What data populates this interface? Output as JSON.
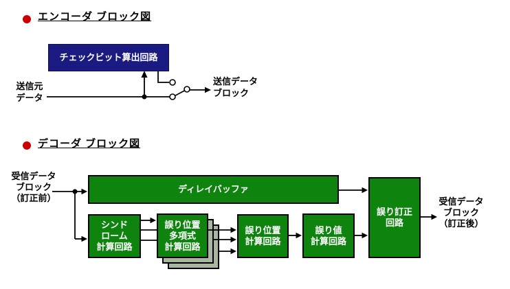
{
  "encoder": {
    "title": "エンコーダ ブロック図",
    "check_bit_box": "チェックビット算出回路",
    "source_label": "送信元\nデータ",
    "output_label": "送信データ\nブロック"
  },
  "decoder": {
    "title": "デコーダ ブロック図",
    "input_label": "受信データ\nブロック\n（訂正前）",
    "delay_buffer_box": "ディレイバッファ",
    "syndrome_box": "シンド\nローム\n計算回路",
    "error_locator_polynomial_box": "誤り位置\n多項式\n計算回路",
    "error_position_box": "誤り位置\n計算回路",
    "error_value_box": "誤り値\n計算回路",
    "error_correction_box": "誤り訂正\n回路",
    "output_label": "受信データ\nブロック\n（訂正後）"
  },
  "colors": {
    "bullet_red": "#cc0000",
    "encoder_box_navy": "#1a1a80",
    "decoder_box_green": "#0e840e",
    "stacked_sheet_gray_green": "#a9b7a2",
    "line_black": "#000000",
    "box_text_white": "#ffffff"
  }
}
